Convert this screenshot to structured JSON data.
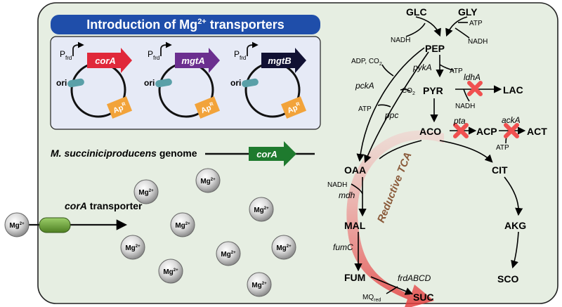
{
  "title": "Introduction of Mg",
  "title_sup": "2+",
  "title_suffix": " transporters",
  "plasmids": [
    {
      "promoter": "P",
      "promoter_sub": "frd",
      "gene": "corA",
      "ori": "ori",
      "marker": "Ap",
      "marker_sup": "R",
      "gene_color": "#e0283a"
    },
    {
      "promoter": "P",
      "promoter_sub": "frd",
      "gene": "mgtA",
      "ori": "ori",
      "marker": "Ap",
      "marker_sup": "R",
      "gene_color": "#6b2f8f"
    },
    {
      "promoter": "P",
      "promoter_sub": "frd",
      "gene": "mgtB",
      "ori": "ori",
      "marker": "Ap",
      "marker_sup": "R",
      "gene_color": "#111133"
    }
  ],
  "genome_label_italic": "M. succiniciproducens",
  "genome_label": " genome",
  "genome_gene": "corA",
  "transporter_label_italic": "corA",
  "transporter_label": " transporter",
  "mg_ion": "Mg",
  "mg_sup": "2+",
  "reductive_tca": "Reductive TCA",
  "metabolites": {
    "glc": "GLC",
    "gly": "GLY",
    "pep": "PEP",
    "pyr": "PYR",
    "lac": "LAC",
    "aco": "ACO",
    "acp": "ACP",
    "act": "ACT",
    "oaa": "OAA",
    "cit": "CIT",
    "akg": "AKG",
    "sco": "SCO",
    "mal": "MAL",
    "fum": "FUM",
    "suc": "SUC"
  },
  "cofactors": {
    "nadh_glc": "NADH",
    "atp_gly": "ATP",
    "nadh_gly": "NADH",
    "adp_co2": "ADP, CO",
    "adp_co2_sub": "2",
    "atp_pck": "ATP",
    "co2_ppc": "CO",
    "co2_ppc_sub": "2",
    "atp_pyk": "ATP",
    "nadh_ldh": "NADH",
    "atp_ack": "ATP",
    "nadh_mdh": "NADH",
    "mq": "MQ",
    "mq_sub": "red"
  },
  "enzymes": {
    "pykA": "pykA",
    "ldhA": "ldhA",
    "pckA": "pckA",
    "ppc": "ppc",
    "pta": "pta",
    "ackA": "ackA",
    "mdh": "mdh",
    "fumC": "fumC",
    "frdABCD": "frdABCD"
  },
  "colors": {
    "panel_fill": "#e6eee2",
    "title_fill": "#1f4eaa",
    "plasmid_box": "#e6eaf6",
    "ori": "#5aa0a8",
    "amp": "#f2a33a",
    "corA_green": "#1e7a2e",
    "transporter_green": "#6ea33a",
    "knockout": "#f05050",
    "tca_red": "#e84848"
  }
}
